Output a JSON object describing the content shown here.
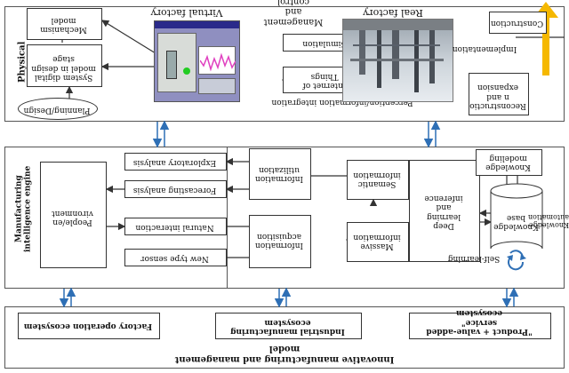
{
  "top_section": {
    "physical_label": "Physical",
    "factory_label": "factory",
    "planning_design": "Planning/Design",
    "system_digital_model": "System digital\nmodel in design\nstage",
    "mechanism_model": "Mechanism\nmodel",
    "virtual_factory": "Virtual factory",
    "management_control": "Management and\ncontrol",
    "simulation": "Simulation",
    "internet_of_things": "Internet of\nThings",
    "perception_integration": "Perception/information integration",
    "real_factory": "Real factory",
    "construction": "Construction",
    "implementation": "Implementation",
    "reconstruction_expansion": "Reconstructio\nn and\nexpansion"
  },
  "middle_section": {
    "manufacturing_intelligence_label": "Manufacturing",
    "intelligence_engine_label": "intelligence engine",
    "people_environment": "People/en\nvironment",
    "exploratory_analysis": "Exploratory analysis",
    "forecasting_analysis": "Forecasting analysis",
    "natural_interaction": "Natural interaction",
    "new_type_sensor": "New type sensor",
    "information_utilization": "Information\nutilization",
    "information_acquisition": "Information\nacquisition",
    "semantic_information": "Semantic\ninformation",
    "massive_information": "Massive\ninformation",
    "deep_learning": "Deep\nlearning\nand\ninference",
    "knowledge_modeling": "Knowledge\nmodeling",
    "knowledge_base": "Knowledge\nbase",
    "knowledge_automation": "Knowledge\nautomation",
    "self_learning": "Self-learning"
  },
  "bottom_section": {
    "ecosystem_factory": "Factory operation ecosystem",
    "ecosystem_industrial": "Industrial manufacturing\necosystem",
    "ecosystem_product": "\"Product + value-added service\"\necosystem",
    "caption": "Innovative manufacturing and management model"
  },
  "colors": {
    "accent_yellow": "#f5b800",
    "arrow_blue": "#2e6fb5",
    "screenshot_bg": "#8f8fc0",
    "chart_magenta": "#e040c0"
  }
}
